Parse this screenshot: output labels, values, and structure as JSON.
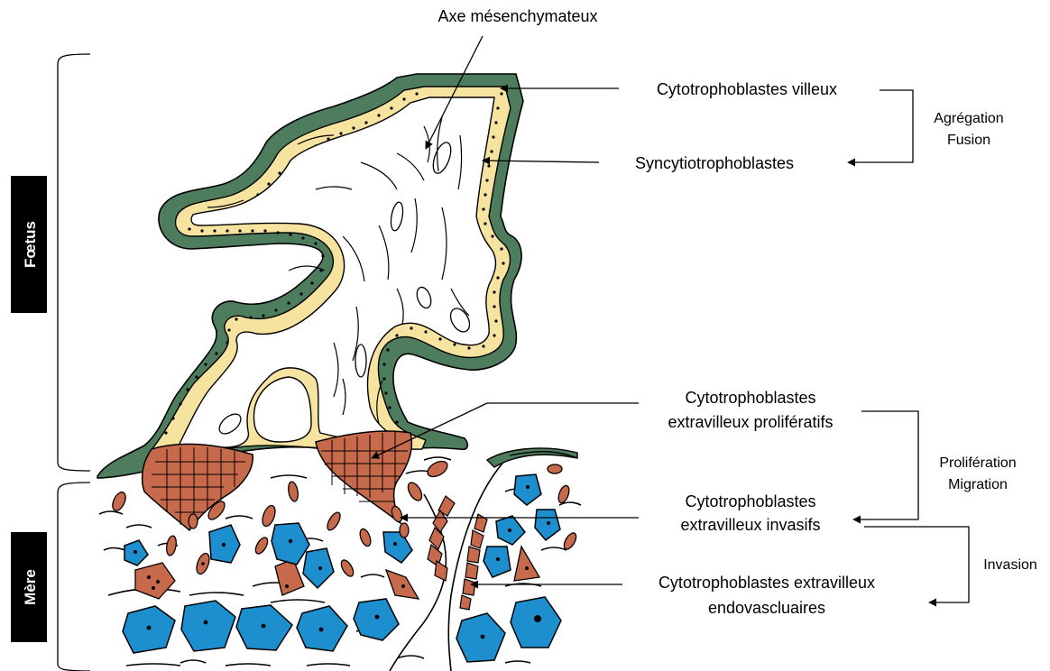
{
  "title": "Axe mésenchymateux",
  "side_labels": {
    "foetus": "Fœtus",
    "mere": "Mère"
  },
  "labels": {
    "cyto_villeux": "Cytotrophoblastes villeux",
    "syncytio": "Syncytiotrophoblastes",
    "evt_prolif_1": "Cytotrophoblastes",
    "evt_prolif_2": "extravilleux  prolifératifs",
    "evt_inv_1": "Cytotrophoblastes",
    "evt_inv_2": "extravilleux  invasifs",
    "evt_endo_1": "Cytotrophoblastes extravilleux",
    "evt_endo_2": "endovascluaires"
  },
  "processes": {
    "agregation": "Agrégation",
    "fusion": "Fusion",
    "proliferation": "Prolifération",
    "migration": "Migration",
    "invasion": "Invasion"
  },
  "colors": {
    "syncytio_green": "#4e7d5e",
    "cyto_yellow": "#f6e3a0",
    "evt_brown": "#c76a4c",
    "decidual_blue": "#1d8fcf",
    "label_box": "#000000"
  }
}
